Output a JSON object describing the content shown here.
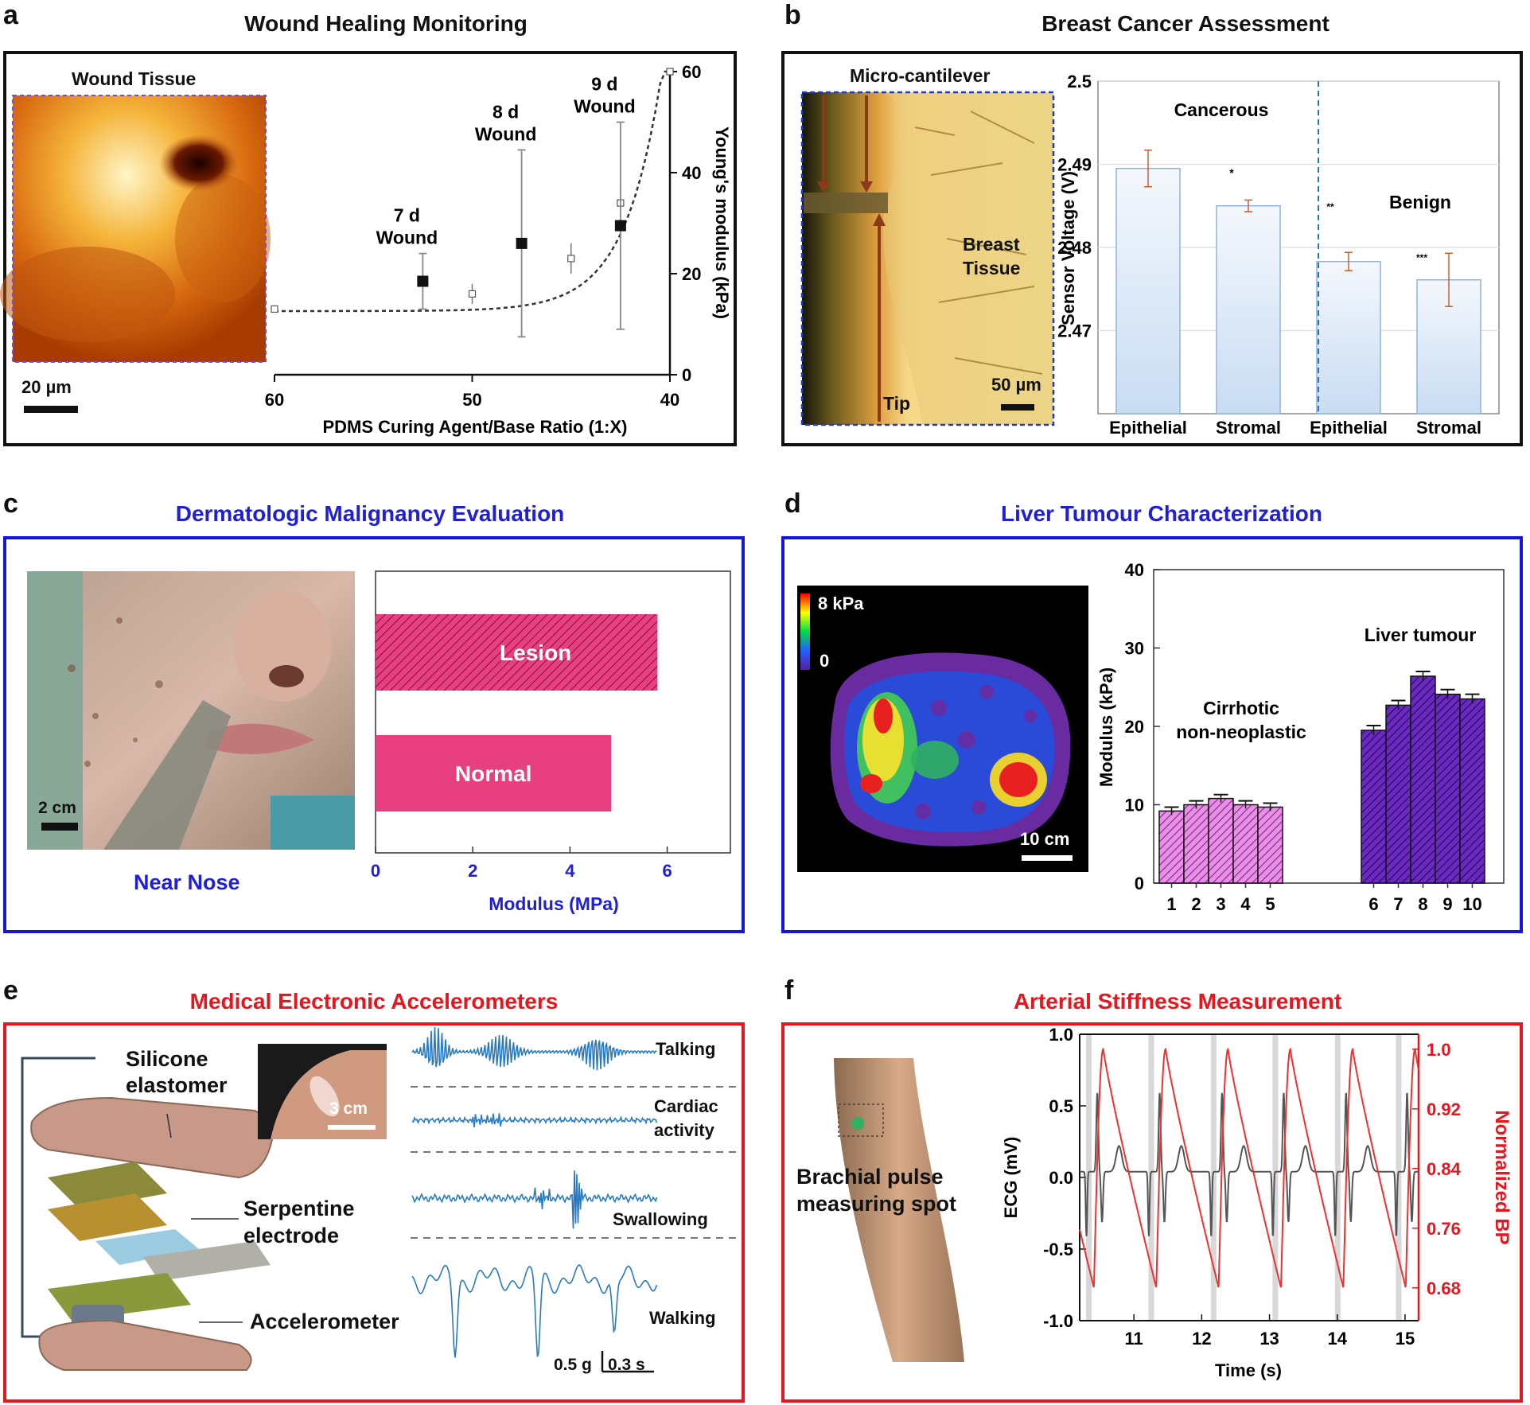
{
  "panels": {
    "a": {
      "letter": "a",
      "title": "Wound Healing Monitoring",
      "image_label": "Wound Tissue",
      "scale_bar": "20 µm"
    },
    "b": {
      "letter": "b",
      "title": "Breast Cancer Assessment",
      "image_label_top": "Micro-cantilever",
      "tissue_label_1": "Breast",
      "tissue_label_2": "Tissue",
      "tip_label": "Tip",
      "scale_bar": "50 µm"
    },
    "c": {
      "letter": "c",
      "title": "Dermatologic Malignancy Evaluation",
      "image_caption": "Near Nose",
      "scale_bar": "2 cm"
    },
    "d": {
      "letter": "d",
      "title": "Liver Tumour Characterization",
      "colorbar_max": "8 kPa",
      "colorbar_min": "0",
      "scale_bar": "10 cm"
    },
    "e": {
      "letter": "e",
      "title": "Medical Electronic Accelerometers",
      "labels": {
        "silicone_1": "Silicone",
        "silicone_2": "elastomer",
        "serpentine_1": "Serpentine",
        "serpentine_2": "electrode",
        "accelerometer": "Accelerometer",
        "photo_scale": "3 cm",
        "scale_g": "0.5 g",
        "scale_s": "0.3 s"
      },
      "traces": [
        "Talking",
        "Cardiac",
        "activity",
        "Swallowing",
        "Walking"
      ]
    },
    "f": {
      "letter": "f",
      "title": "Arterial Stiffness Measurement",
      "spot_label_1": "Brachial pulse",
      "spot_label_2": "measuring spot"
    }
  },
  "colors": {
    "title_blue": "#1f1fd6",
    "title_red": "#e8141e",
    "frame_blue": "#1414e0",
    "frame_red": "#e8141e",
    "lesion_pink": "#e8407e",
    "liver_pink": "#e066e0",
    "liver_purple": "#5a1ea8",
    "bp_red": "#f03030",
    "bar_blue": "#dde9f8"
  },
  "chart_data": [
    {
      "id": "a",
      "type": "scatter",
      "xlabel": "PDMS Curing Agent/Base Ratio (1:X)",
      "ylabel": "Young's modulus (kPa)",
      "xlim": [
        60,
        40
      ],
      "ylim": [
        0,
        60
      ],
      "x_ticks": [
        "60",
        "50",
        "40"
      ],
      "y_ticks": [
        "0",
        "20",
        "40",
        "60"
      ],
      "calibration": {
        "x": [
          60,
          50,
          45,
          42.5,
          40
        ],
        "y": [
          13,
          16,
          23,
          34,
          60
        ],
        "err": [
          0.5,
          2,
          3,
          4,
          0.5
        ]
      },
      "wounds": [
        {
          "name_1": "7 d",
          "name_2": "Wound",
          "x": 52.5,
          "y": 18.5,
          "err": 5.5
        },
        {
          "name_1": "8 d",
          "name_2": "Wound",
          "x": 47.5,
          "y": 26,
          "err": 18.5
        },
        {
          "name_1": "9 d",
          "name_2": "Wound",
          "x": 42.5,
          "y": 29.5,
          "err": 20.5
        }
      ]
    },
    {
      "id": "b",
      "type": "bar",
      "ylabel": "Sensor Voltage (V)",
      "ylim": [
        2.46,
        2.5
      ],
      "y_ticks": [
        "2.47",
        "2.48",
        "2.49",
        "2.5"
      ],
      "categories": [
        "Epithelial",
        "Stromal",
        "Epithelial",
        "Stromal"
      ],
      "values": [
        2.4895,
        2.485,
        2.4783,
        2.4761
      ],
      "errors": [
        0.0022,
        0.0007,
        0.0011,
        0.0032
      ],
      "groups": [
        "Cancerous",
        "Benign"
      ],
      "significance": [
        "*",
        "**",
        "***"
      ]
    },
    {
      "id": "c",
      "type": "bar",
      "orientation": "horizontal",
      "xlabel": "Modulus (MPa)",
      "xlim": [
        0,
        7.3
      ],
      "x_ticks": [
        "0",
        "2",
        "4",
        "6"
      ],
      "categories": [
        "Lesion",
        "Normal"
      ],
      "values": [
        5.8,
        4.85
      ]
    },
    {
      "id": "d",
      "type": "bar",
      "ylabel": "Modulus (kPa)",
      "ylim": [
        0,
        40
      ],
      "y_ticks": [
        "0",
        "10",
        "20",
        "30",
        "40"
      ],
      "categories": [
        "1",
        "2",
        "3",
        "4",
        "5",
        "6",
        "7",
        "8",
        "9",
        "10"
      ],
      "values": [
        9.2,
        10.0,
        10.8,
        10.0,
        9.7,
        19.5,
        22.7,
        26.4,
        24.1,
        23.5
      ],
      "errors": [
        0.5,
        0.5,
        0.5,
        0.5,
        0.5,
        0.6,
        0.6,
        0.6,
        0.6,
        0.6
      ],
      "groups": [
        {
          "label_1": "Cirrhotic",
          "label_2": "non-neoplastic"
        },
        {
          "label_1": "Liver tumour",
          "label_2": ""
        }
      ]
    },
    {
      "id": "f",
      "type": "line",
      "xlabel": "Time (s)",
      "ylabel": "ECG (mV)",
      "ylabel_right": "Normalized BP",
      "xlim": [
        10.2,
        15.2
      ],
      "ylim": [
        -1.0,
        1.0
      ],
      "ylim_right": [
        0.636,
        1.02
      ],
      "x_ticks": [
        "11",
        "12",
        "13",
        "14",
        "15"
      ],
      "y_ticks": [
        "-1.0",
        "-0.5",
        "0.0",
        "0.5",
        "1.0"
      ],
      "y_ticks_right": [
        "0.68",
        "0.76",
        "0.84",
        "0.92",
        "1.0"
      ],
      "beat_times": [
        10.33,
        11.25,
        12.17,
        13.08,
        14.0,
        14.9
      ]
    }
  ]
}
